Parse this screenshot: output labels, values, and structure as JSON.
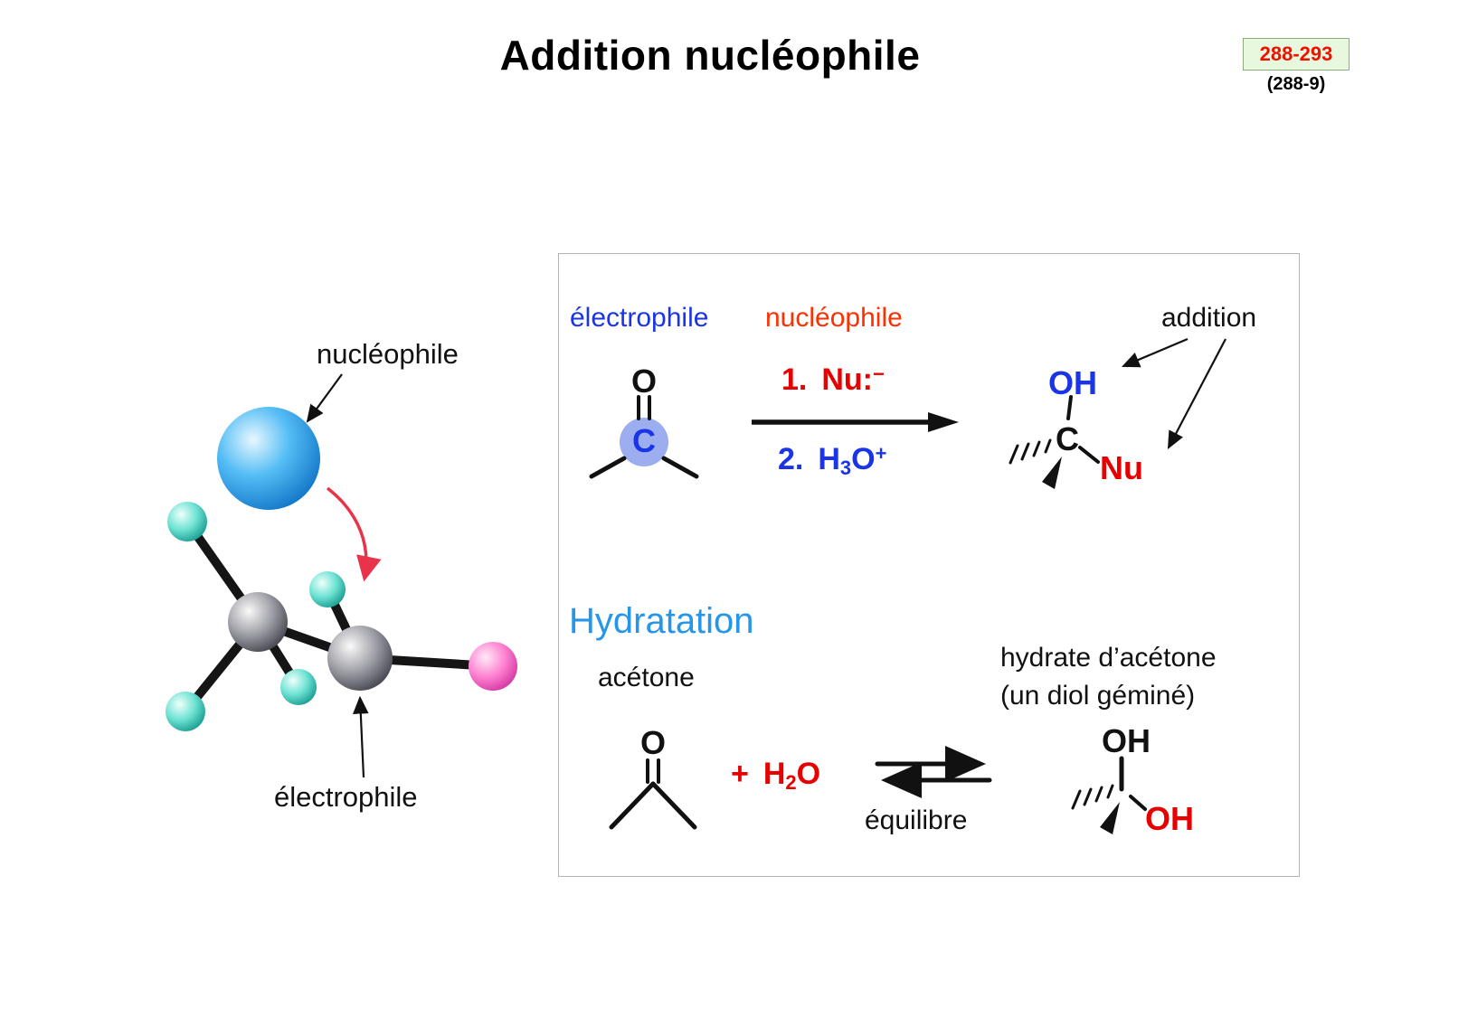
{
  "slide": {
    "title": "Addition nucléophile",
    "page_ref": "288-293",
    "page_ref_alt": "(288-9)"
  },
  "model": {
    "nucleophile_label": "nucléophile",
    "electrophile_label": "électrophile"
  },
  "panel": {
    "electrophile_header": "électrophile",
    "nucleophile_header": "nucléophile",
    "addition_label": "addition",
    "carbonyl": {
      "o": "O",
      "c": "C"
    },
    "step1": {
      "num": "1.",
      "body": "Nu:",
      "sup": "−"
    },
    "step2": {
      "num": "2.",
      "h": "H",
      "sub": "3",
      "o": "O",
      "sup": "+"
    },
    "product": {
      "oh": "OH",
      "c": "C",
      "nu": "Nu"
    },
    "hydration": {
      "title": "Hydratation",
      "acetone_label": "acétone",
      "hydrate_line1": "hydrate d’acétone",
      "hydrate_line2": "(un diol géminé)",
      "acetone_o": "O",
      "plus": "+",
      "water_h": "H",
      "water_sub": "2",
      "water_o": "O",
      "equilibre_label": "équilibre",
      "product_oh_top": "OH",
      "product_oh_bottom": "OH"
    }
  },
  "colors": {
    "electrophile_blue": "#1a35e8",
    "nucleophile_red": "#ff2f00",
    "reagent_red": "#e80000",
    "hydration_blue": "#2596e8",
    "carbon_highlight": "#97aaee",
    "ref_box_bg": "#e7f8df",
    "ref_text_red": "#ee1100",
    "model_nucleophile_sphere": "#54bdf5",
    "model_oxygen_sphere": "#ff85d2"
  }
}
